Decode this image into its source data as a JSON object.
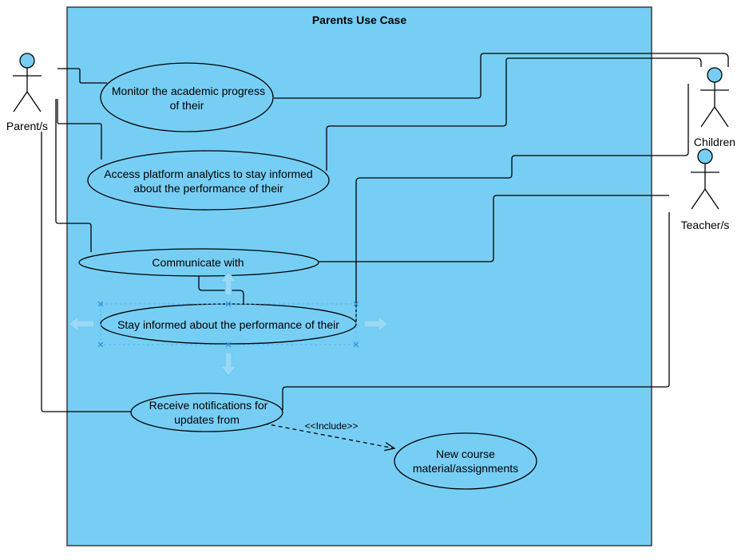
{
  "diagram": {
    "title": "Parents Use Case",
    "actors": {
      "parent": "Parent/s",
      "children": "Children",
      "teacher": "Teacher/s"
    },
    "use_cases": {
      "monitor": {
        "line1": "Monitor the academic progress",
        "line2": "of their"
      },
      "analytics": {
        "line1": "Access platform analytics to stay informed",
        "line2": "about the performance of their"
      },
      "communicate": {
        "line1": "Communicate with"
      },
      "stay_informed": {
        "line1": "Stay informed about the performance of their"
      },
      "notifications": {
        "line1": "Receive notifications for",
        "line2": "updates from"
      },
      "new_material": {
        "line1": "New course",
        "line2": "material/assignments"
      }
    },
    "include_label": "<<Include>>",
    "colors": {
      "system_fill": "#77cef4",
      "usecase_fill": "#77cef4",
      "line": "#000000",
      "selection": "#4db7f0"
    }
  }
}
